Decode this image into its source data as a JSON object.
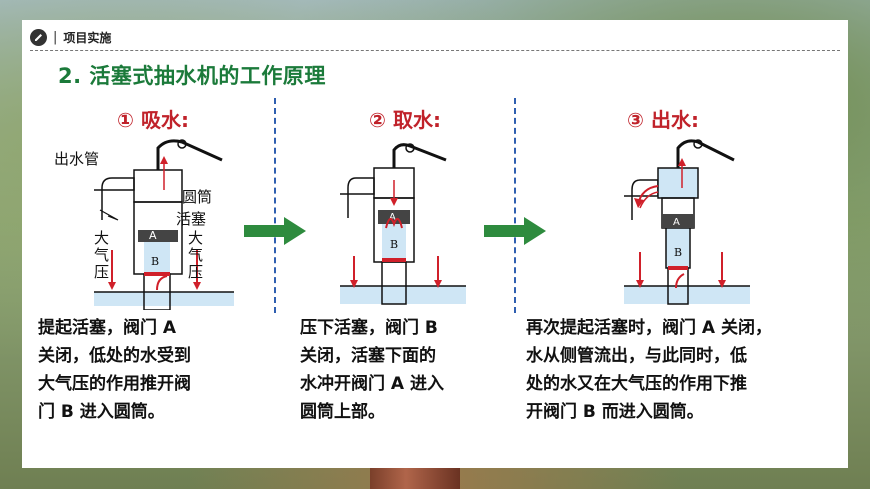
{
  "header": {
    "section": "项目实施"
  },
  "title": "2. 活塞式抽水机的工作原理",
  "steps": [
    {
      "title": "① 吸水:",
      "description": "提起活塞，阀门 A 关闭，低处的水受到大气压的作用推开阀门 B 进入圆筒。",
      "lines": [
        "提起活塞，阀门 A",
        "关闭，低处的水受到",
        "大气压的作用推开阀",
        "门 B 进入圆筒。"
      ]
    },
    {
      "title": "② 取水:",
      "description": "压下活塞，阀门 B 关闭，活塞下面的水冲开阀门 A 进入圆筒上部。",
      "lines": [
        "压下活塞，阀门 B",
        "关闭，活塞下面的",
        "水冲开阀门 A 进入",
        "圆筒上部。"
      ]
    },
    {
      "title": "③ 出水:",
      "description": "再次提起活塞时，阀门 A 关闭，水从侧管流出，与此同时，低处的水又在大气压的作用下推开阀门 B 而进入圆筒。",
      "lines": [
        "再次提起活塞时，阀门 A 关闭，",
        "水从侧管流出，与此同时，低",
        "处的水又在大气压的作用下推",
        "开阀门 B 而进入圆筒。"
      ]
    }
  ],
  "diagram_labels": {
    "outlet_pipe": "出水管",
    "cylinder": "圆筒",
    "piston": "活塞",
    "atm_left": "大气压",
    "atm_right": "大气压",
    "valve_a": "A",
    "valve_b": "B"
  },
  "colors": {
    "title_green": "#1b7a3a",
    "step_red": "#c0222a",
    "arrow_green": "#2e8b3e",
    "separator_blue": "#2f5fb0",
    "flow_red": "#d0202a",
    "water_blue": "#cfe6f5"
  },
  "icons": {
    "header_logo": "pencil-icon",
    "step_arrow": "right-arrow-icon"
  }
}
